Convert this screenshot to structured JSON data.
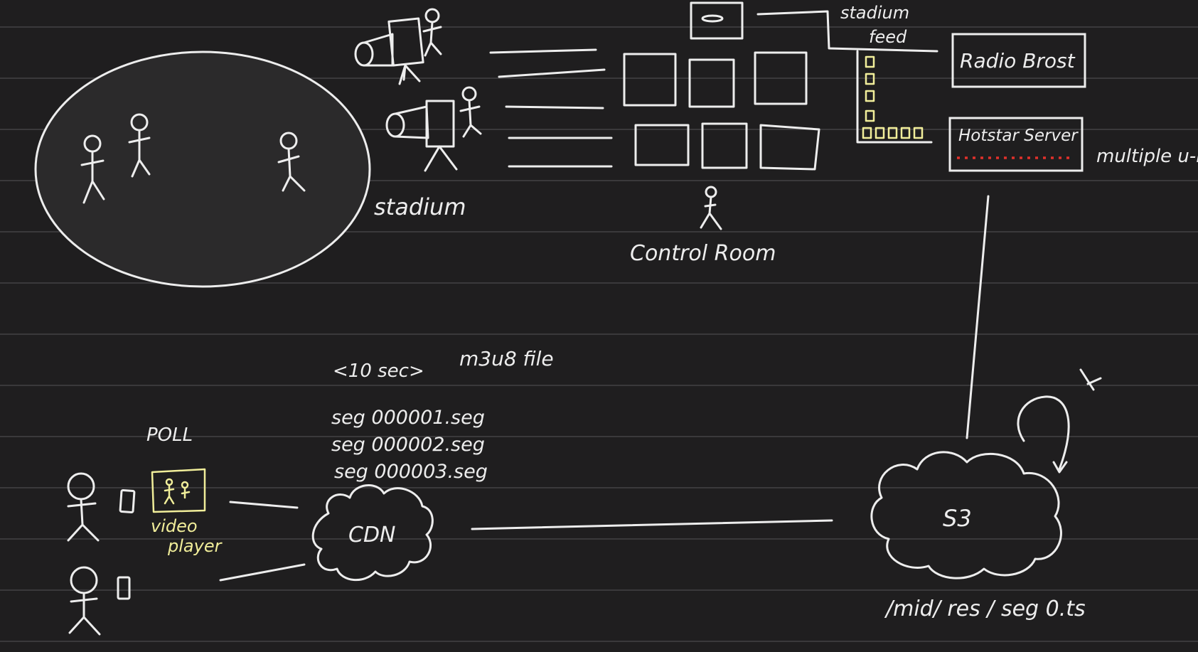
{
  "labels": {
    "stadium": "stadium",
    "stadium_feed_top": "stadium",
    "stadium_feed_bottom": "feed",
    "radio_broadcast": "Radio Brost",
    "hotstar_server": "Hotstar Server",
    "multiple_urls": "multiple u-r",
    "control_room": "Control Room",
    "segment_duration": "<10 sec>",
    "m3u8_file": "m3u8 file",
    "poll": "POLL",
    "video_player_line1": "video",
    "video_player_line2": "player",
    "cdn": "CDN",
    "s3": "S3",
    "s3_path": "/mid/ res / seg 0.ts"
  },
  "segments": [
    "seg 000001.seg",
    "seg 000002.seg",
    "seg 000003.seg"
  ],
  "colors": {
    "background": "#1f1e1f",
    "ink": "#ededed",
    "highlight": "#f1ee9a",
    "red_dots": "#e0312b",
    "ruling": "#3a393b"
  },
  "icons": [
    "stick-figure-icon",
    "camera-icon",
    "monitor-icon",
    "cloud-icon",
    "phone-icon"
  ]
}
